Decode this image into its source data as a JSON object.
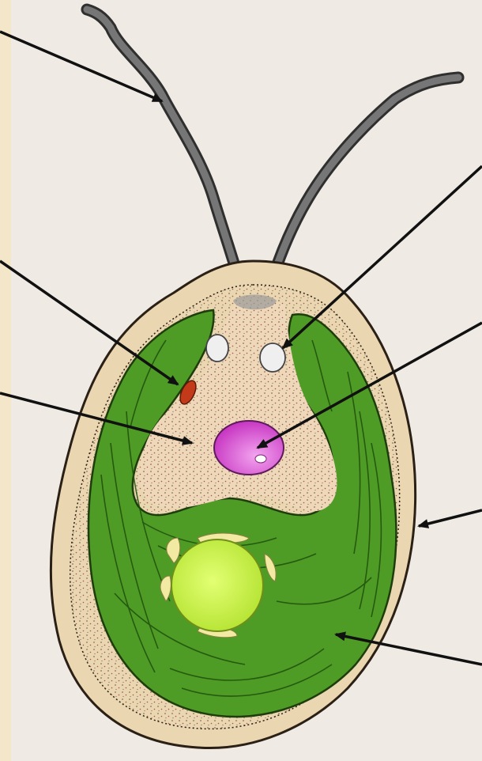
{
  "diagram": {
    "type": "labeled biological illustration (green flagellate cell, Chlamydomonas-like)",
    "labels": [],
    "pointers": [
      {
        "target": "flagellum"
      },
      {
        "target": "contractile-vacuole"
      },
      {
        "target": "eyespot"
      },
      {
        "target": "nucleus"
      },
      {
        "target": "cytoplasm"
      },
      {
        "target": "cell-wall"
      },
      {
        "target": "chloroplast"
      }
    ],
    "colors": {
      "background": "#efeae3",
      "border_strip": "#f3e6c9",
      "cell_wall": "#e9d5b0",
      "chloroplast": "#4d9a25",
      "chloroplast_dark": "#2f6f14",
      "cytoplasm": "#efd7b8",
      "nucleus": "#d044c8",
      "pyrenoid": "#c9f23c",
      "starch": "#f2e9a3",
      "eyespot": "#c23a1a",
      "flagellum": "#767676",
      "arrow": "#111111"
    }
  }
}
